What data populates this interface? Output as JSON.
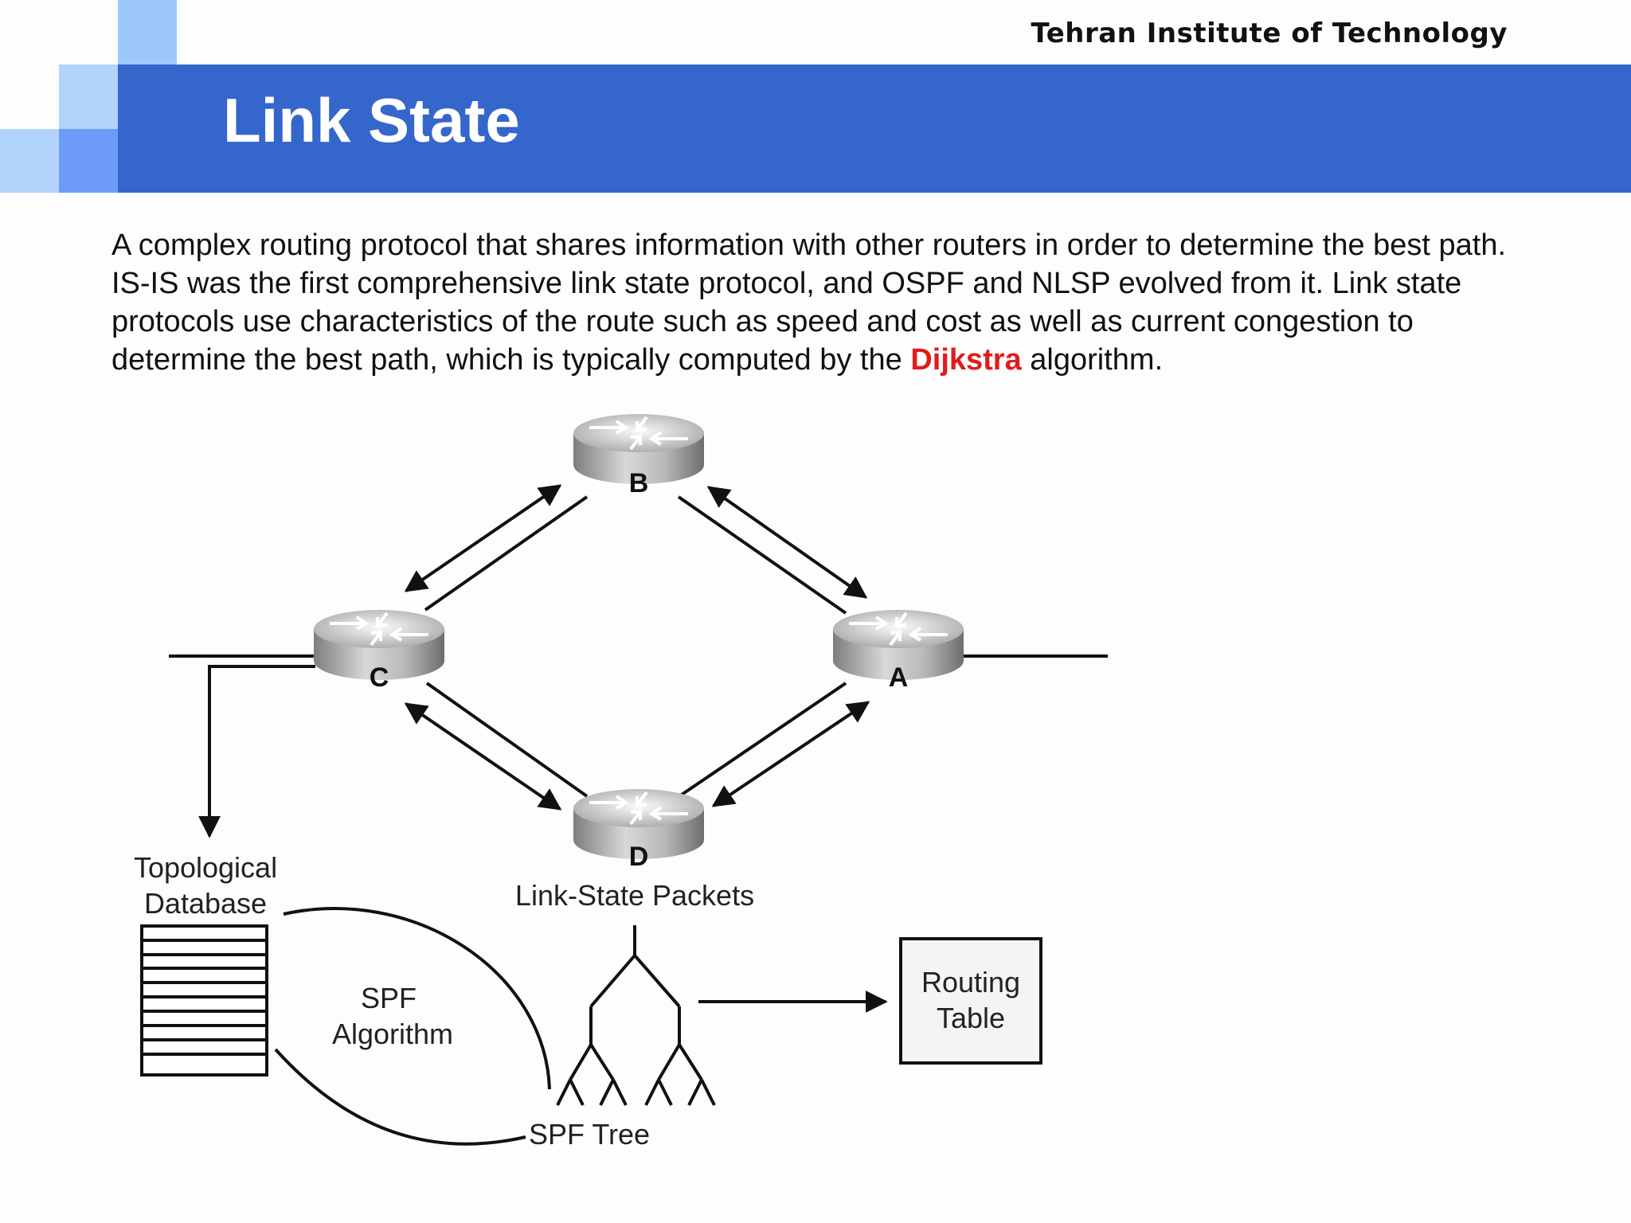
{
  "header": {
    "institute": "Tehran Institute of Technology",
    "title": "Link State"
  },
  "description": {
    "before": "A complex routing protocol that shares information with other routers in order to determine the best path. IS-IS was the first comprehensive link state protocol, and OSPF and NLSP evolved from it. Link state protocols use characteristics of the route such as speed and cost as well as current congestion to determine the best path, which is typically computed by the ",
    "highlight": "Dijkstra",
    "after": " algorithm."
  },
  "diagram": {
    "routers": {
      "a": "A",
      "b": "B",
      "c": "C",
      "d": "D"
    },
    "topo_db_line1": "Topological",
    "topo_db_line2": "Database",
    "lsp_label": "Link-State Packets",
    "spf_alg_line1": "SPF",
    "spf_alg_line2": "Algorithm",
    "spf_tree": "SPF Tree",
    "routing_table_line1": "Routing",
    "routing_table_line2": "Table"
  },
  "colors": {
    "banner": "#3566cc",
    "highlight": "#e21b1b",
    "square_light": "#9dc8fb",
    "square_mid": "#6c9cf7",
    "square_pale": "#b2d3fb"
  }
}
